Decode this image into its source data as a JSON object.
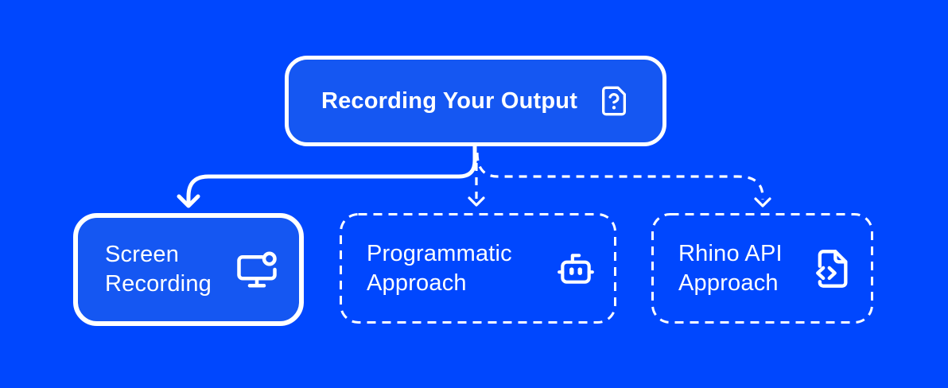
{
  "diagram": {
    "root": {
      "label": "Recording Your Output",
      "icon": "file-question-icon",
      "border": "solid",
      "filled": true
    },
    "children": [
      {
        "label": "Screen Recording",
        "icon": "screen-recording-icon",
        "border": "solid",
        "filled": true
      },
      {
        "label": "Programmatic Approach",
        "icon": "robot-icon",
        "border": "dashed",
        "filled": false
      },
      {
        "label": "Rhino API Approach",
        "icon": "file-code-icon",
        "border": "dashed",
        "filled": false
      }
    ],
    "connectors": [
      {
        "from": "Recording Your Output",
        "to": "Screen Recording",
        "style": "solid",
        "arrow": "chevron"
      },
      {
        "from": "Recording Your Output",
        "to": "Programmatic Approach",
        "style": "dashed",
        "arrow": "chevron"
      },
      {
        "from": "Recording Your Output",
        "to": "Rhino API Approach",
        "style": "dashed",
        "arrow": "chevron"
      }
    ],
    "colors": {
      "background": "#0047FE",
      "node_fill": "#1557F2",
      "line": "#FFFFFF",
      "text": "#FFFFFF"
    }
  }
}
